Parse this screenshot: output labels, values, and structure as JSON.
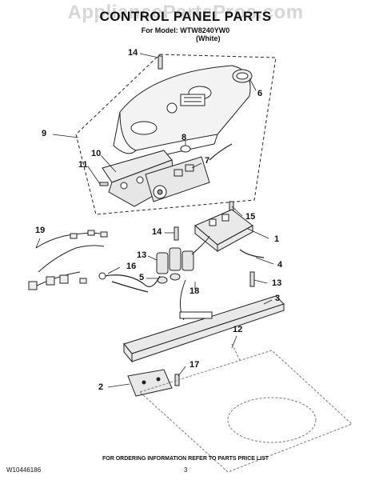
{
  "header": {
    "title": "CONTROL PANEL PARTS",
    "watermark": "AppliancePartsPros.com",
    "model_line": "For Model: WTW8240YW0",
    "color_line": "(White)"
  },
  "callouts": {
    "c1": "1",
    "c2": "2",
    "c3": "3",
    "c4": "4",
    "c5": "5",
    "c6": "6",
    "c7": "7",
    "c8": "8",
    "c9": "9",
    "c10": "10",
    "c11": "11",
    "c12": "12",
    "c13a": "13",
    "c13b": "13",
    "c14a": "14",
    "c14b": "14",
    "c15": "15",
    "c16": "16",
    "c17": "17",
    "c18": "18",
    "c19": "19"
  },
  "footer": {
    "doc_number": "W10446186",
    "ordering_info": "FOR ORDERING INFORMATION REFER TO PARTS PRICE LIST",
    "page_number": "3"
  }
}
